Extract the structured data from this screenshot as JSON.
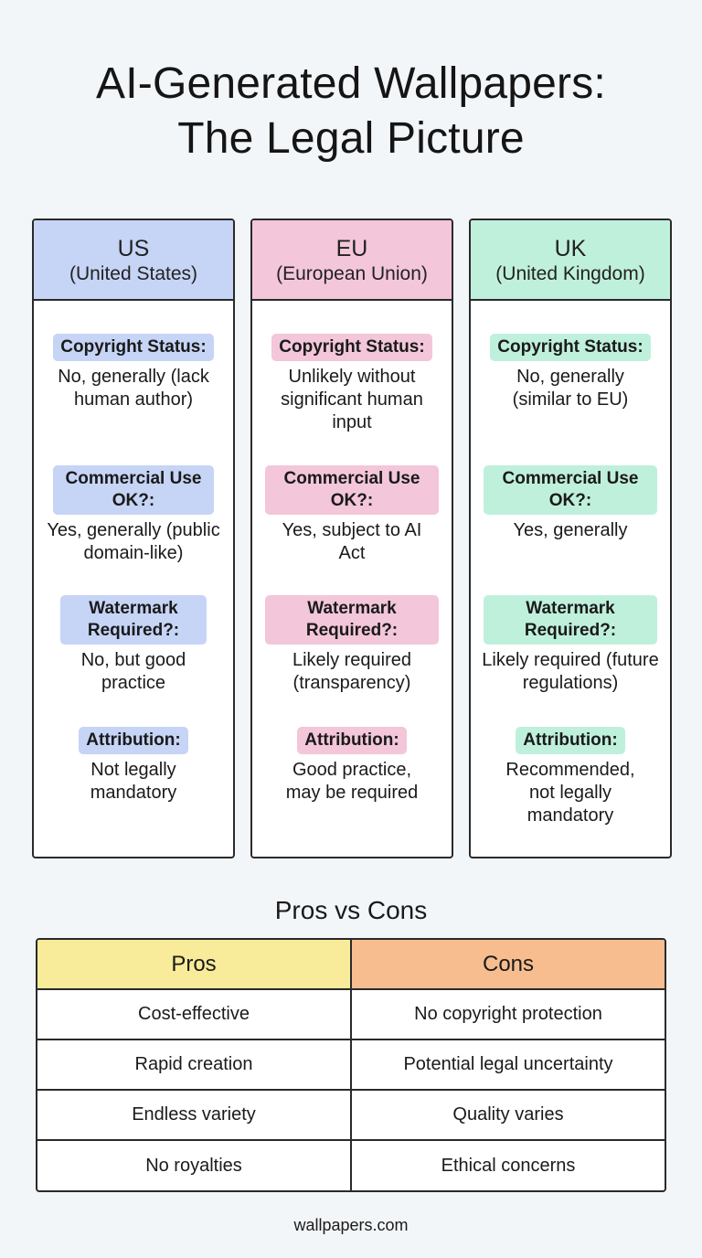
{
  "title": {
    "line1": "AI-Generated Wallpapers:",
    "line2": "The Legal Picture"
  },
  "regions": [
    {
      "code": "US",
      "full": "(United States)",
      "copyright_label": "Copyright Status:",
      "copyright_value": "No, generally (lack human author)",
      "commercial_label": "Commercial Use OK?:",
      "commercial_value": "Yes, generally (public domain-like)",
      "watermark_label": "Watermark Required?:",
      "watermark_value": "No, but good practice",
      "attribution_label": "Attribution:",
      "attribution_value": "Not legally mandatory"
    },
    {
      "code": "EU",
      "full": "(European Union)",
      "copyright_label": "Copyright Status:",
      "copyright_value": "Unlikely without significant human input",
      "commercial_label": "Commercial Use OK?:",
      "commercial_value": "Yes, subject to AI Act",
      "watermark_label": "Watermark Required?:",
      "watermark_value": "Likely required (transparency)",
      "attribution_label": "Attribution:",
      "attribution_value": "Good practice, may be required"
    },
    {
      "code": "UK",
      "full": "(United Kingdom)",
      "copyright_label": "Copyright Status:",
      "copyright_value": "No, generally (similar to EU)",
      "commercial_label": "Commercial Use OK?:",
      "commercial_value": "Yes, generally",
      "watermark_label": "Watermark Required?:",
      "watermark_value": "Likely required (future regulations)",
      "attribution_label": "Attribution:",
      "attribution_value": "Recommended, not legally mandatory"
    }
  ],
  "colors": {
    "us": "#c6d4f6",
    "eu": "#f3c6d9",
    "uk": "#bff0dc",
    "pros": "#f8eb99",
    "cons": "#f8bd8e"
  },
  "pros_cons": {
    "title": "Pros vs Cons",
    "pros_header": "Pros",
    "cons_header": "Cons",
    "rows": [
      {
        "pro": "Cost-effective",
        "con": "No copyright protection"
      },
      {
        "pro": "Rapid creation",
        "con": "Potential legal uncertainty"
      },
      {
        "pro": "Endless variety",
        "con": "Quality varies"
      },
      {
        "pro": "No royalties",
        "con": "Ethical concerns"
      }
    ]
  },
  "footer": "wallpapers.com"
}
